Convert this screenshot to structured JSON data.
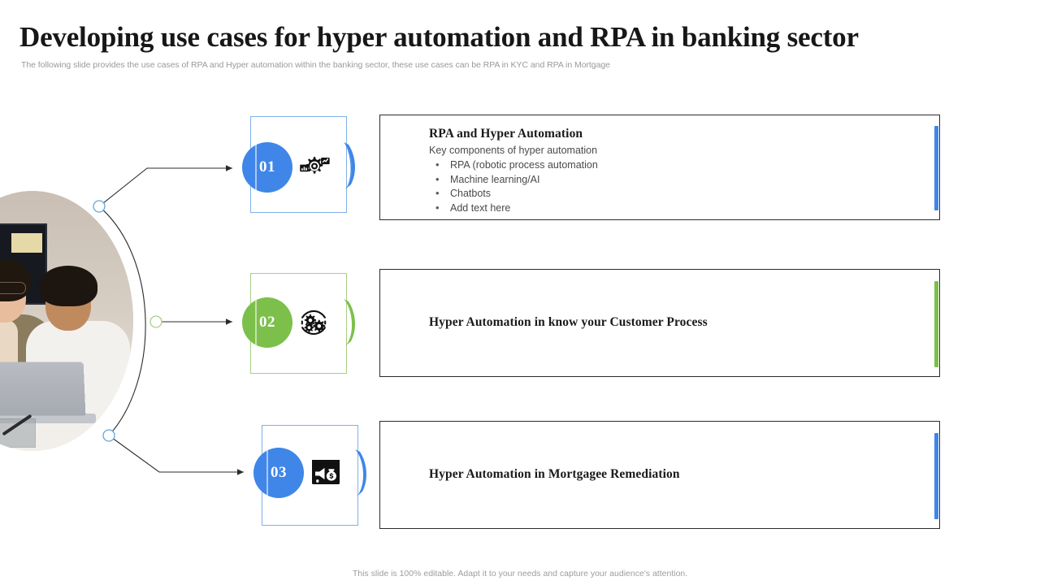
{
  "header": {
    "title": "Developing use cases for hyper automation and RPA in banking sector",
    "subtitle": "The following slide provides the use cases of RPA and Hyper automation within the banking sector, these use cases can be RPA in KYC and RPA in Mortgage"
  },
  "colors": {
    "blue": "#3f86e8",
    "blue_frame": "#7fb1e8",
    "green": "#7cc04b",
    "green_frame": "#a9ce86",
    "box_border": "#2b2b2b",
    "title_text": "#171717",
    "body_text": "#4a4a4a",
    "muted_text": "#9a9a9a"
  },
  "photo": {
    "alt": "two colleagues smiling at a laptop in an office",
    "name": "team-photo-circle"
  },
  "steps": [
    {
      "number": "01",
      "color": "#3f86e8",
      "frame_color": "#7fb1e8",
      "icon": "gear-analytics-icon",
      "heading": "RPA and Hyper Automation",
      "subheading": "Key components of hyper automation",
      "bullets": [
        "RPA (robotic process automation",
        "Machine learning/AI",
        "Chatbots",
        "Add text here"
      ]
    },
    {
      "number": "02",
      "color": "#7cc04b",
      "frame_color": "#a9ce86",
      "icon": "gears-in-circle-icon",
      "heading": "Hyper Automation in know your Customer Process",
      "subheading": "",
      "bullets": []
    },
    {
      "number": "03",
      "color": "#3f86e8",
      "frame_color": "#7fb1e8",
      "icon": "megaphone-moneybag-icon",
      "heading": "Hyper Automation in Mortgagee Remediation",
      "subheading": "",
      "bullets": []
    }
  ],
  "footer": {
    "note": "This slide is 100% editable. Adapt it to your needs and capture your audience's attention."
  }
}
